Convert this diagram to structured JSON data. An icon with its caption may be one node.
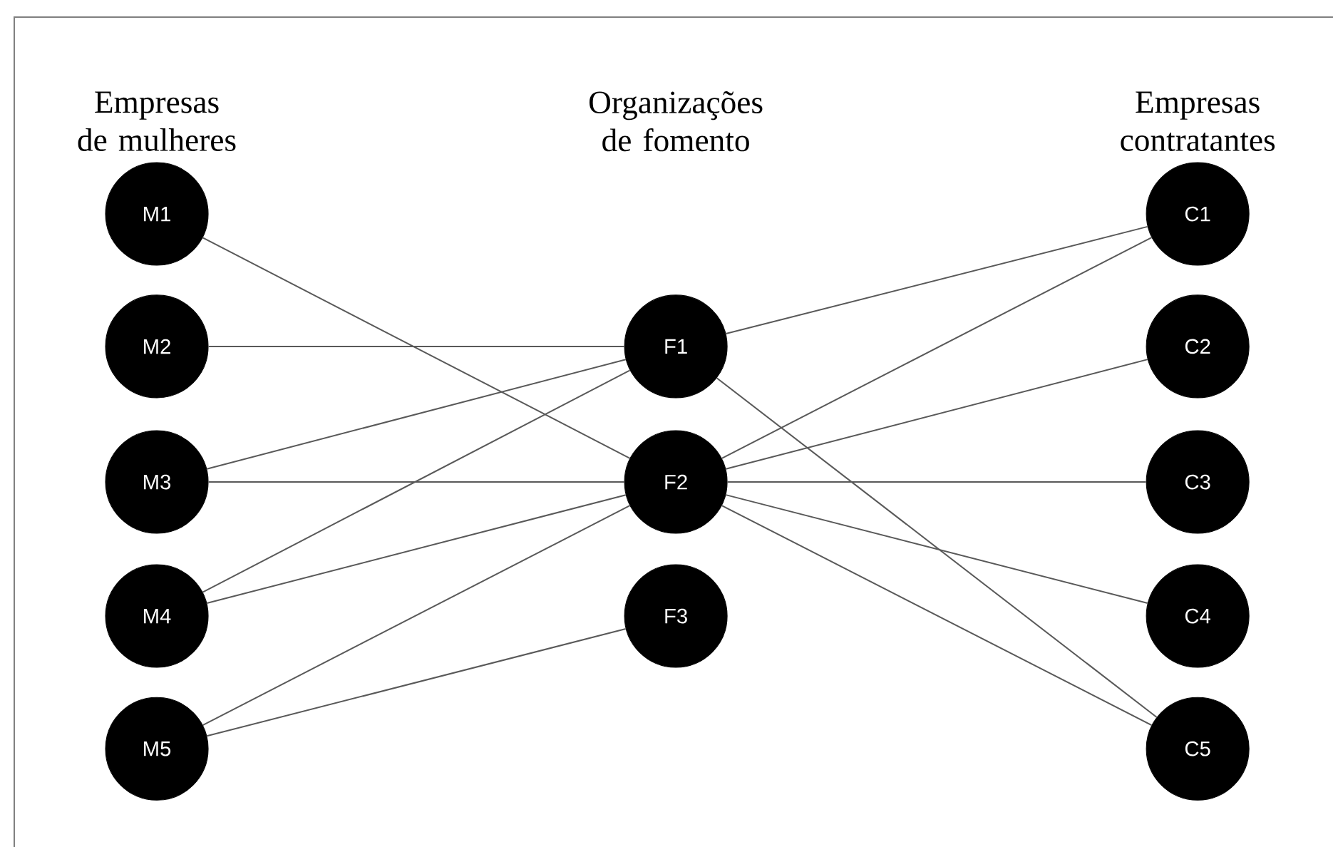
{
  "diagram": {
    "nodes": [
      {
        "text": [
          "M1"
        ]
      },
      {
        "text": [
          "M2"
        ]
      },
      {
        "text": [
          "M3"
        ]
      },
      {
        "text": [
          "M4"
        ]
      },
      {
        "text": [
          "M5"
        ]
      },
      {
        "text": [
          "F1"
        ]
      },
      {
        "text": [
          "F2"
        ]
      },
      {
        "text": [
          "F3"
        ]
      },
      {
        "text": [
          "C1"
        ]
      },
      {
        "text": [
          "C2"
        ]
      },
      {
        "text": [
          "C3"
        ]
      },
      {
        "text": [
          "C4"
        ]
      },
      {
        "text": [
          "C5"
        ]
      }
    ],
    "edges": [
      {
        "from": 0,
        "to": 6,
        "arrow": "none"
      },
      {
        "from": 1,
        "to": 5,
        "arrow": "none"
      },
      {
        "from": 2,
        "to": 5,
        "arrow": "none"
      },
      {
        "from": 2,
        "to": 6,
        "arrow": "none"
      },
      {
        "from": 3,
        "to": 5,
        "arrow": "none"
      },
      {
        "from": 3,
        "to": 6,
        "arrow": "none"
      },
      {
        "from": 4,
        "to": 6,
        "arrow": "none"
      },
      {
        "from": 4,
        "to": 7,
        "arrow": "none"
      },
      {
        "from": 5,
        "to": 8,
        "arrow": "none"
      },
      {
        "from": 5,
        "to": 12,
        "arrow": "none"
      },
      {
        "from": 6,
        "to": 8,
        "arrow": "none"
      },
      {
        "from": 6,
        "to": 9,
        "arrow": "none"
      },
      {
        "from": 6,
        "to": 10,
        "arrow": "none"
      },
      {
        "from": 6,
        "to": 11,
        "arrow": "none"
      },
      {
        "from": 6,
        "to": 12,
        "arrow": "none"
      }
    ],
    "labels": [
      "Empresas de mulheres",
      "Organizações de fomento",
      "Empresas contratantes"
    ]
  }
}
